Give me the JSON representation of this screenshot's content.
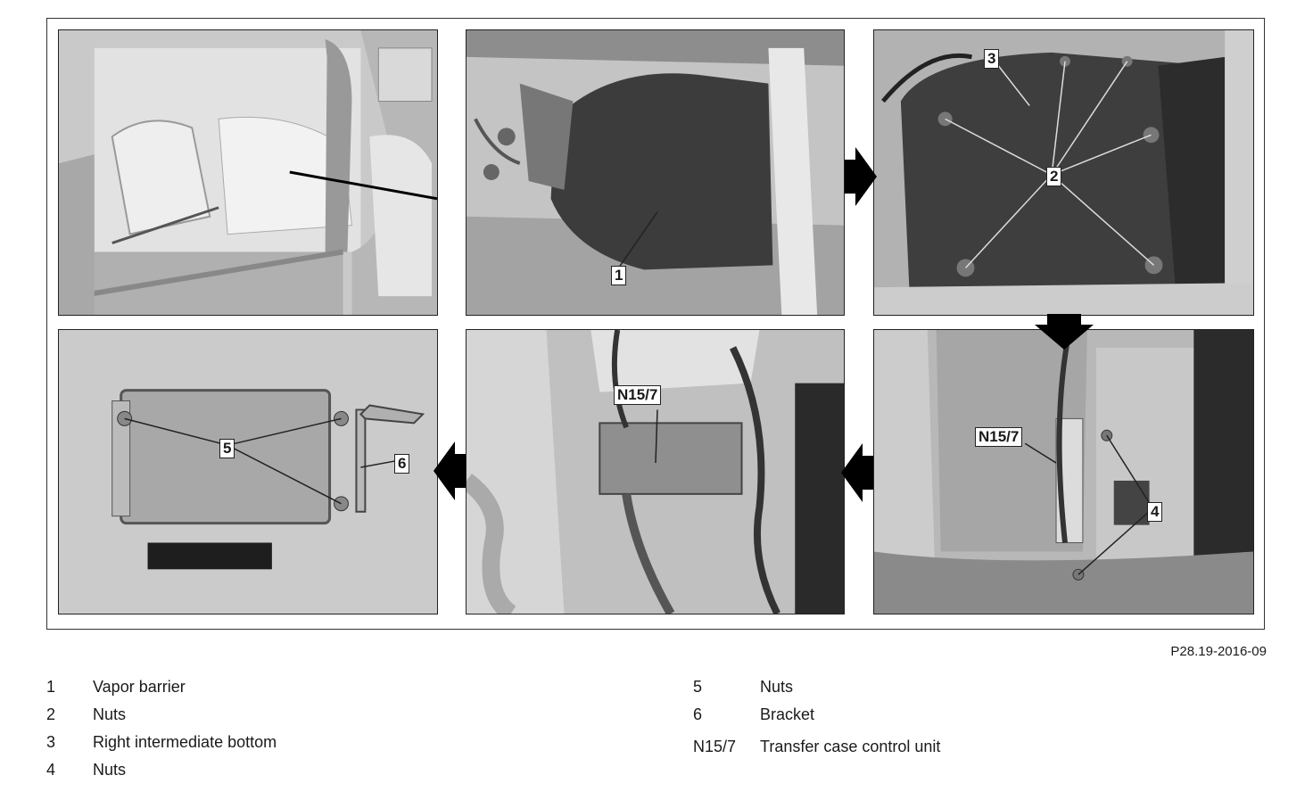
{
  "figure_id": "P28.19-2016-09",
  "callouts": {
    "p2": [
      "1"
    ],
    "p3": [
      "3",
      "2"
    ],
    "p4": [
      "5",
      "6"
    ],
    "p5": [
      "N15/7"
    ],
    "p6": [
      "N15/7",
      "4"
    ]
  },
  "legend": {
    "left": [
      {
        "key": "1",
        "label": "Vapor barrier"
      },
      {
        "key": "2",
        "label": "Nuts"
      },
      {
        "key": "3",
        "label": "Right intermediate bottom"
      },
      {
        "key": "4",
        "label": "Nuts"
      }
    ],
    "right": [
      {
        "key": "5",
        "label": "Nuts"
      },
      {
        "key": "6",
        "label": "Bracket"
      },
      {
        "key": "N15/7",
        "label": "Transfer case control unit"
      }
    ]
  },
  "colors": {
    "outline": "#222222",
    "carpet": "#3a3a3a",
    "metal": "#b5b5b5",
    "interior": "#d6d6d6"
  }
}
